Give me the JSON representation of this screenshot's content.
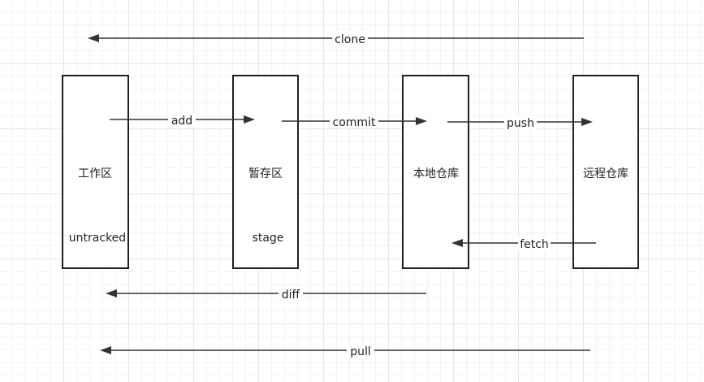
{
  "nodes": [
    {
      "id": "workspace",
      "title": "工作区",
      "subtitle": "untracked"
    },
    {
      "id": "staging",
      "title": "暂存区",
      "subtitle": "stage"
    },
    {
      "id": "local_repo",
      "title": "本地仓库",
      "subtitle": ""
    },
    {
      "id": "remote_repo",
      "title": "远程仓库",
      "subtitle": ""
    }
  ],
  "edges": [
    {
      "id": "clone",
      "label": "clone",
      "from": "remote_repo",
      "to": "workspace"
    },
    {
      "id": "add",
      "label": "add",
      "from": "workspace",
      "to": "staging"
    },
    {
      "id": "commit",
      "label": "commit",
      "from": "staging",
      "to": "local_repo"
    },
    {
      "id": "push",
      "label": "push",
      "from": "local_repo",
      "to": "remote_repo"
    },
    {
      "id": "fetch",
      "label": "fetch",
      "from": "remote_repo",
      "to": "local_repo"
    },
    {
      "id": "diff",
      "label": "diff",
      "from": "local_repo",
      "to": "workspace"
    },
    {
      "id": "pull",
      "label": "pull",
      "from": "remote_repo",
      "to": "workspace"
    }
  ],
  "colors": {
    "stroke": "#1f1f1f",
    "arrow": "#333333",
    "grid": "#e6e6e6"
  }
}
